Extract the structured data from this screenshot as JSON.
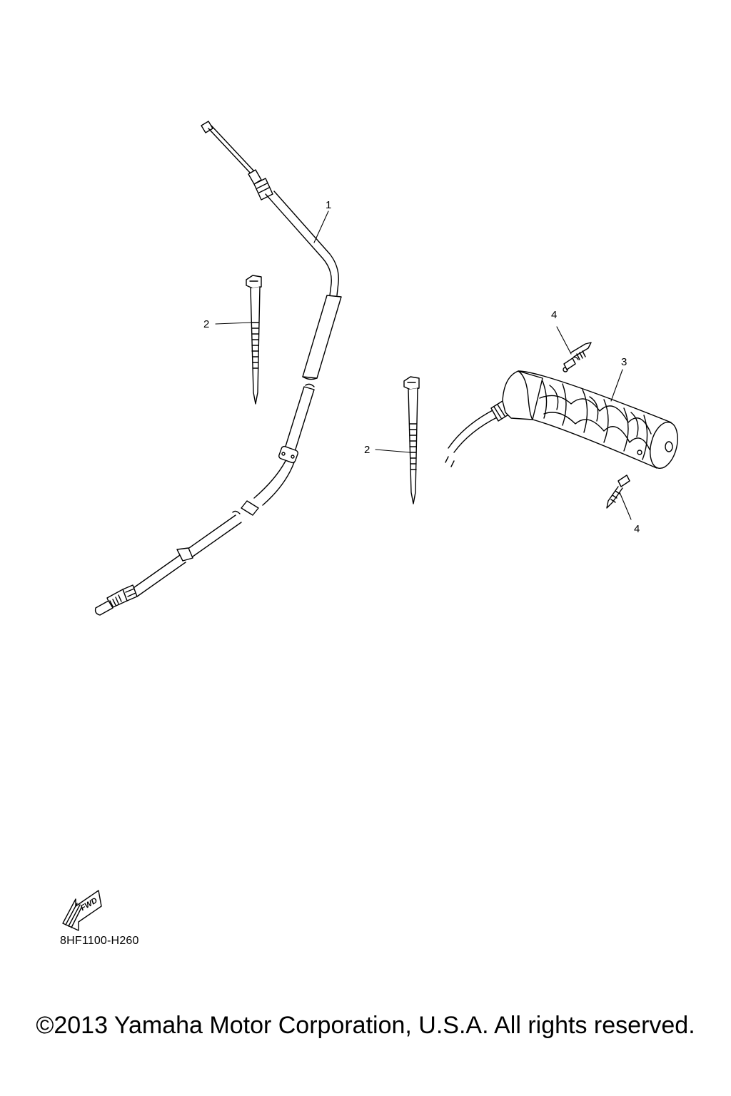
{
  "callouts": {
    "c1": "1",
    "c2a": "2",
    "c2b": "2",
    "c3": "3",
    "c4a": "4",
    "c4b": "4"
  },
  "fwd_label": "FWD",
  "diagram_code": "8HF1100-H260",
  "copyright": "©2013 Yamaha Motor Corporation, U.S.A. All rights reserved."
}
